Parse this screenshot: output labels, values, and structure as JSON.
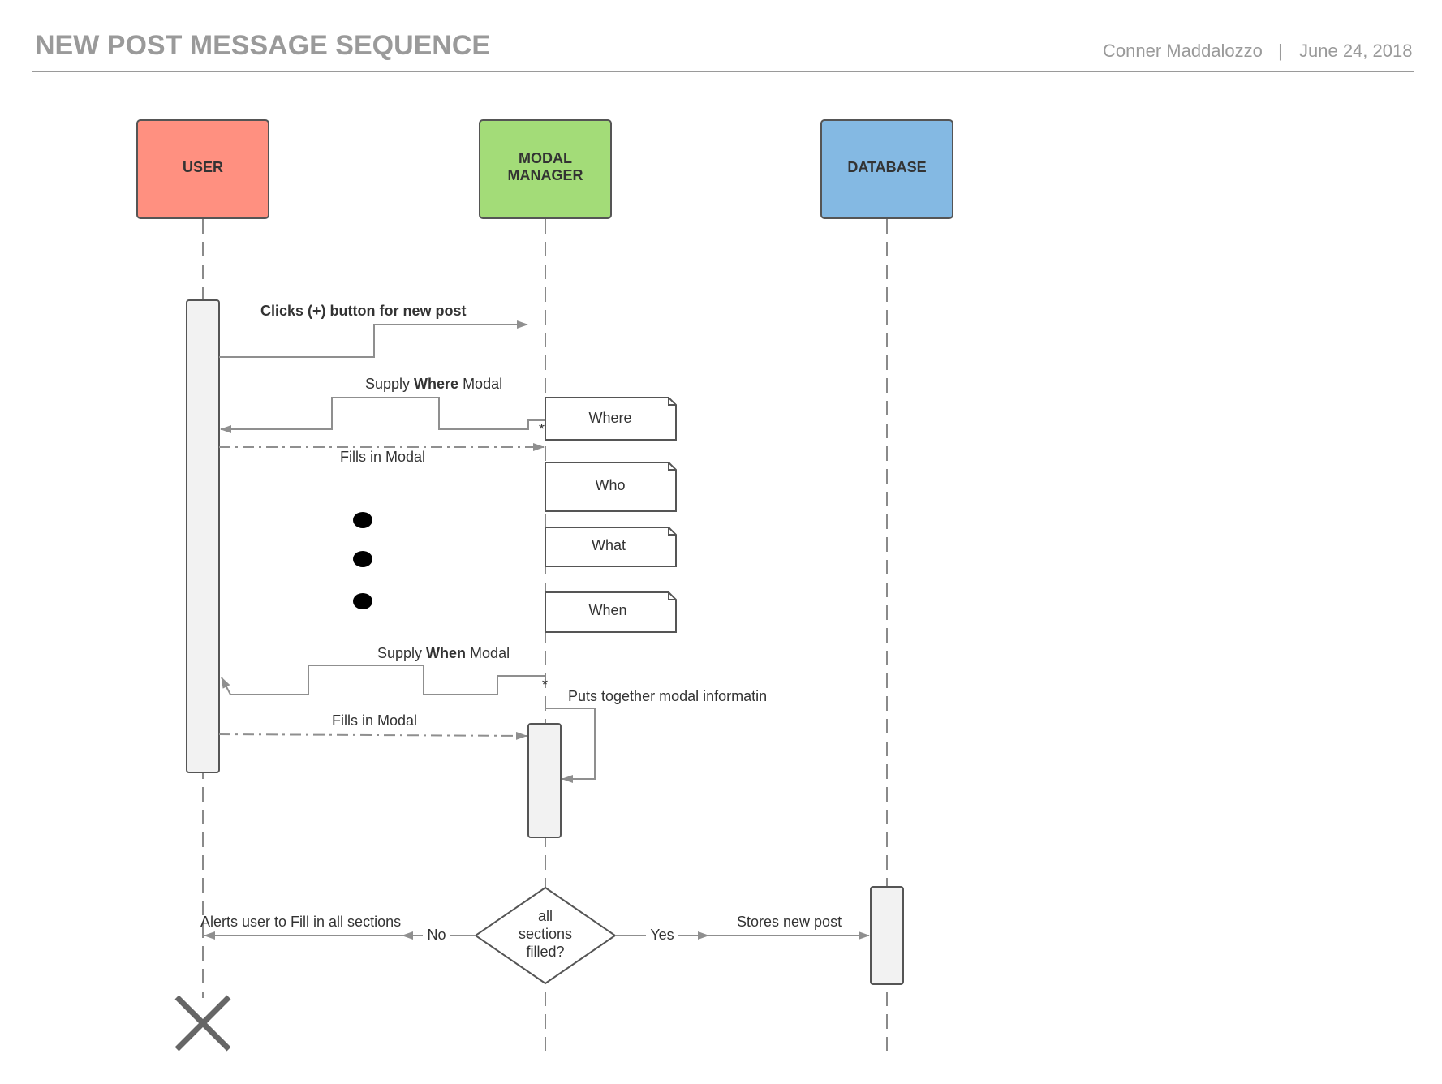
{
  "header": {
    "title": "NEW POST MESSAGE SEQUENCE",
    "author": "Conner Maddalozzo",
    "separator": "|",
    "date": "June 24, 2018"
  },
  "actors": [
    {
      "label": "USER",
      "color": "#ff9080"
    },
    {
      "label_line1": "MODAL",
      "label_line2": "MANAGER",
      "color": "#a3dc78"
    },
    {
      "label": "DATABASE",
      "color": "#84b9e3"
    }
  ],
  "messages": {
    "clicks_new_post": "Clicks (+) button for new post",
    "supply_where": {
      "prefix": "Supply ",
      "bold": "Where",
      "suffix": " Modal"
    },
    "fills_in_modal_1": "Fills in Modal",
    "supply_when": {
      "prefix": "Supply ",
      "bold": "When",
      "suffix": " Modal"
    },
    "fills_in_modal_2": "Fills in Modal",
    "puts_together": "Puts together modal informatin",
    "alerts_user": "Alerts user to Fill in all sections",
    "stores_new_post": "Stores new post"
  },
  "notes": [
    "Where",
    "Who",
    "What",
    "When"
  ],
  "asterisk": "*",
  "decision": {
    "line1": "all",
    "line2": "sections",
    "line3": "filled?",
    "no_label": "No",
    "yes_label": "Yes"
  },
  "colors": {
    "line": "#8f8f8f",
    "activation_fill": "#f2f2f2",
    "stroke": "#555555"
  }
}
